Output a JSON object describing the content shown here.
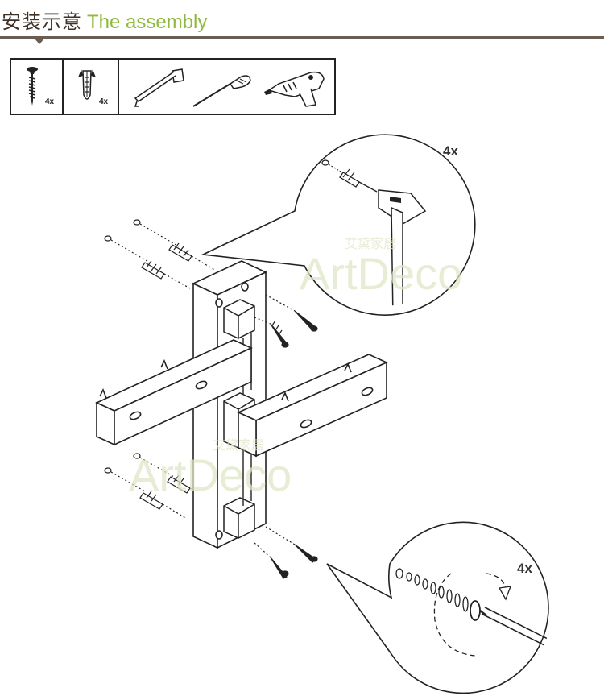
{
  "header": {
    "title_cn": "安装示意",
    "title_en": "The assembly"
  },
  "tools": {
    "screws_qty": "4x",
    "anchors_qty": "4x",
    "items": [
      "screw-icon",
      "wall-anchor-icon",
      "hammer-icon",
      "screwdriver-icon",
      "power-drill-icon"
    ]
  },
  "diagram": {
    "callout_top_qty": "4x",
    "callout_bottom_qty": "4x"
  },
  "watermark": {
    "brand": "ArtDeco",
    "brand_cn": "艾黛家居"
  },
  "colors": {
    "brand_green": "#8fb93e",
    "rule": "#6b5d52",
    "line": "#222222"
  }
}
